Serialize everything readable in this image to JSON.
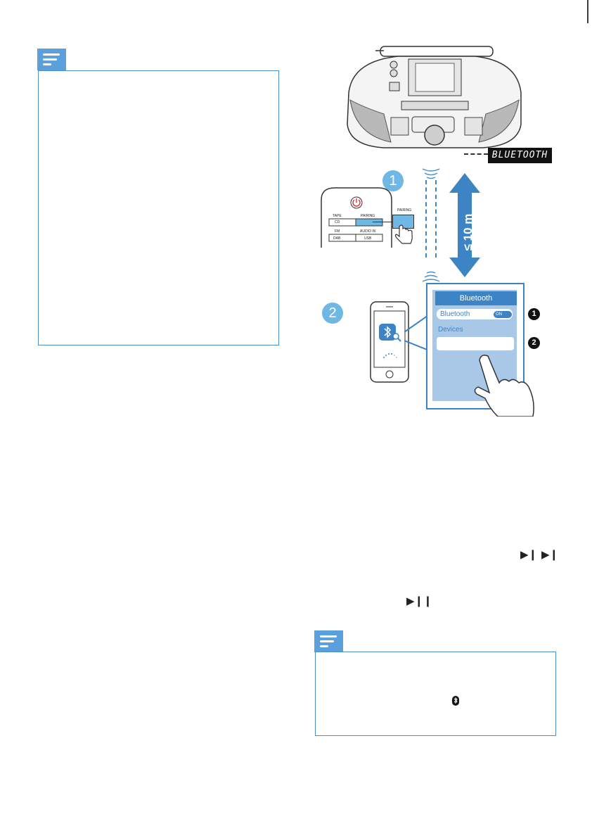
{
  "note_icons": [
    "note-icon",
    "note-icon"
  ],
  "illustration": {
    "display_text": "BLUETOOTH",
    "distance_label": "≤ 10 m",
    "step_badges": [
      "1",
      "2"
    ],
    "remote": {
      "tape": "TAPE",
      "cd": "CD",
      "pairing": "PAIRING",
      "fm": "FM",
      "audio_in": "AUDIO IN",
      "dab": "DAB",
      "usb": "USB",
      "pairing_callout": "PAIRING"
    },
    "phone_panel": {
      "title": "Bluetooth",
      "bluetooth_row": "Bluetooth",
      "toggle": "ON",
      "devices": "Devices",
      "callouts": [
        "1",
        "2"
      ]
    }
  },
  "controls": {
    "skip_glyph": "▶❙",
    "play_pause_glyph": "▶❙❙",
    "bt_glyph": "ʙ"
  }
}
